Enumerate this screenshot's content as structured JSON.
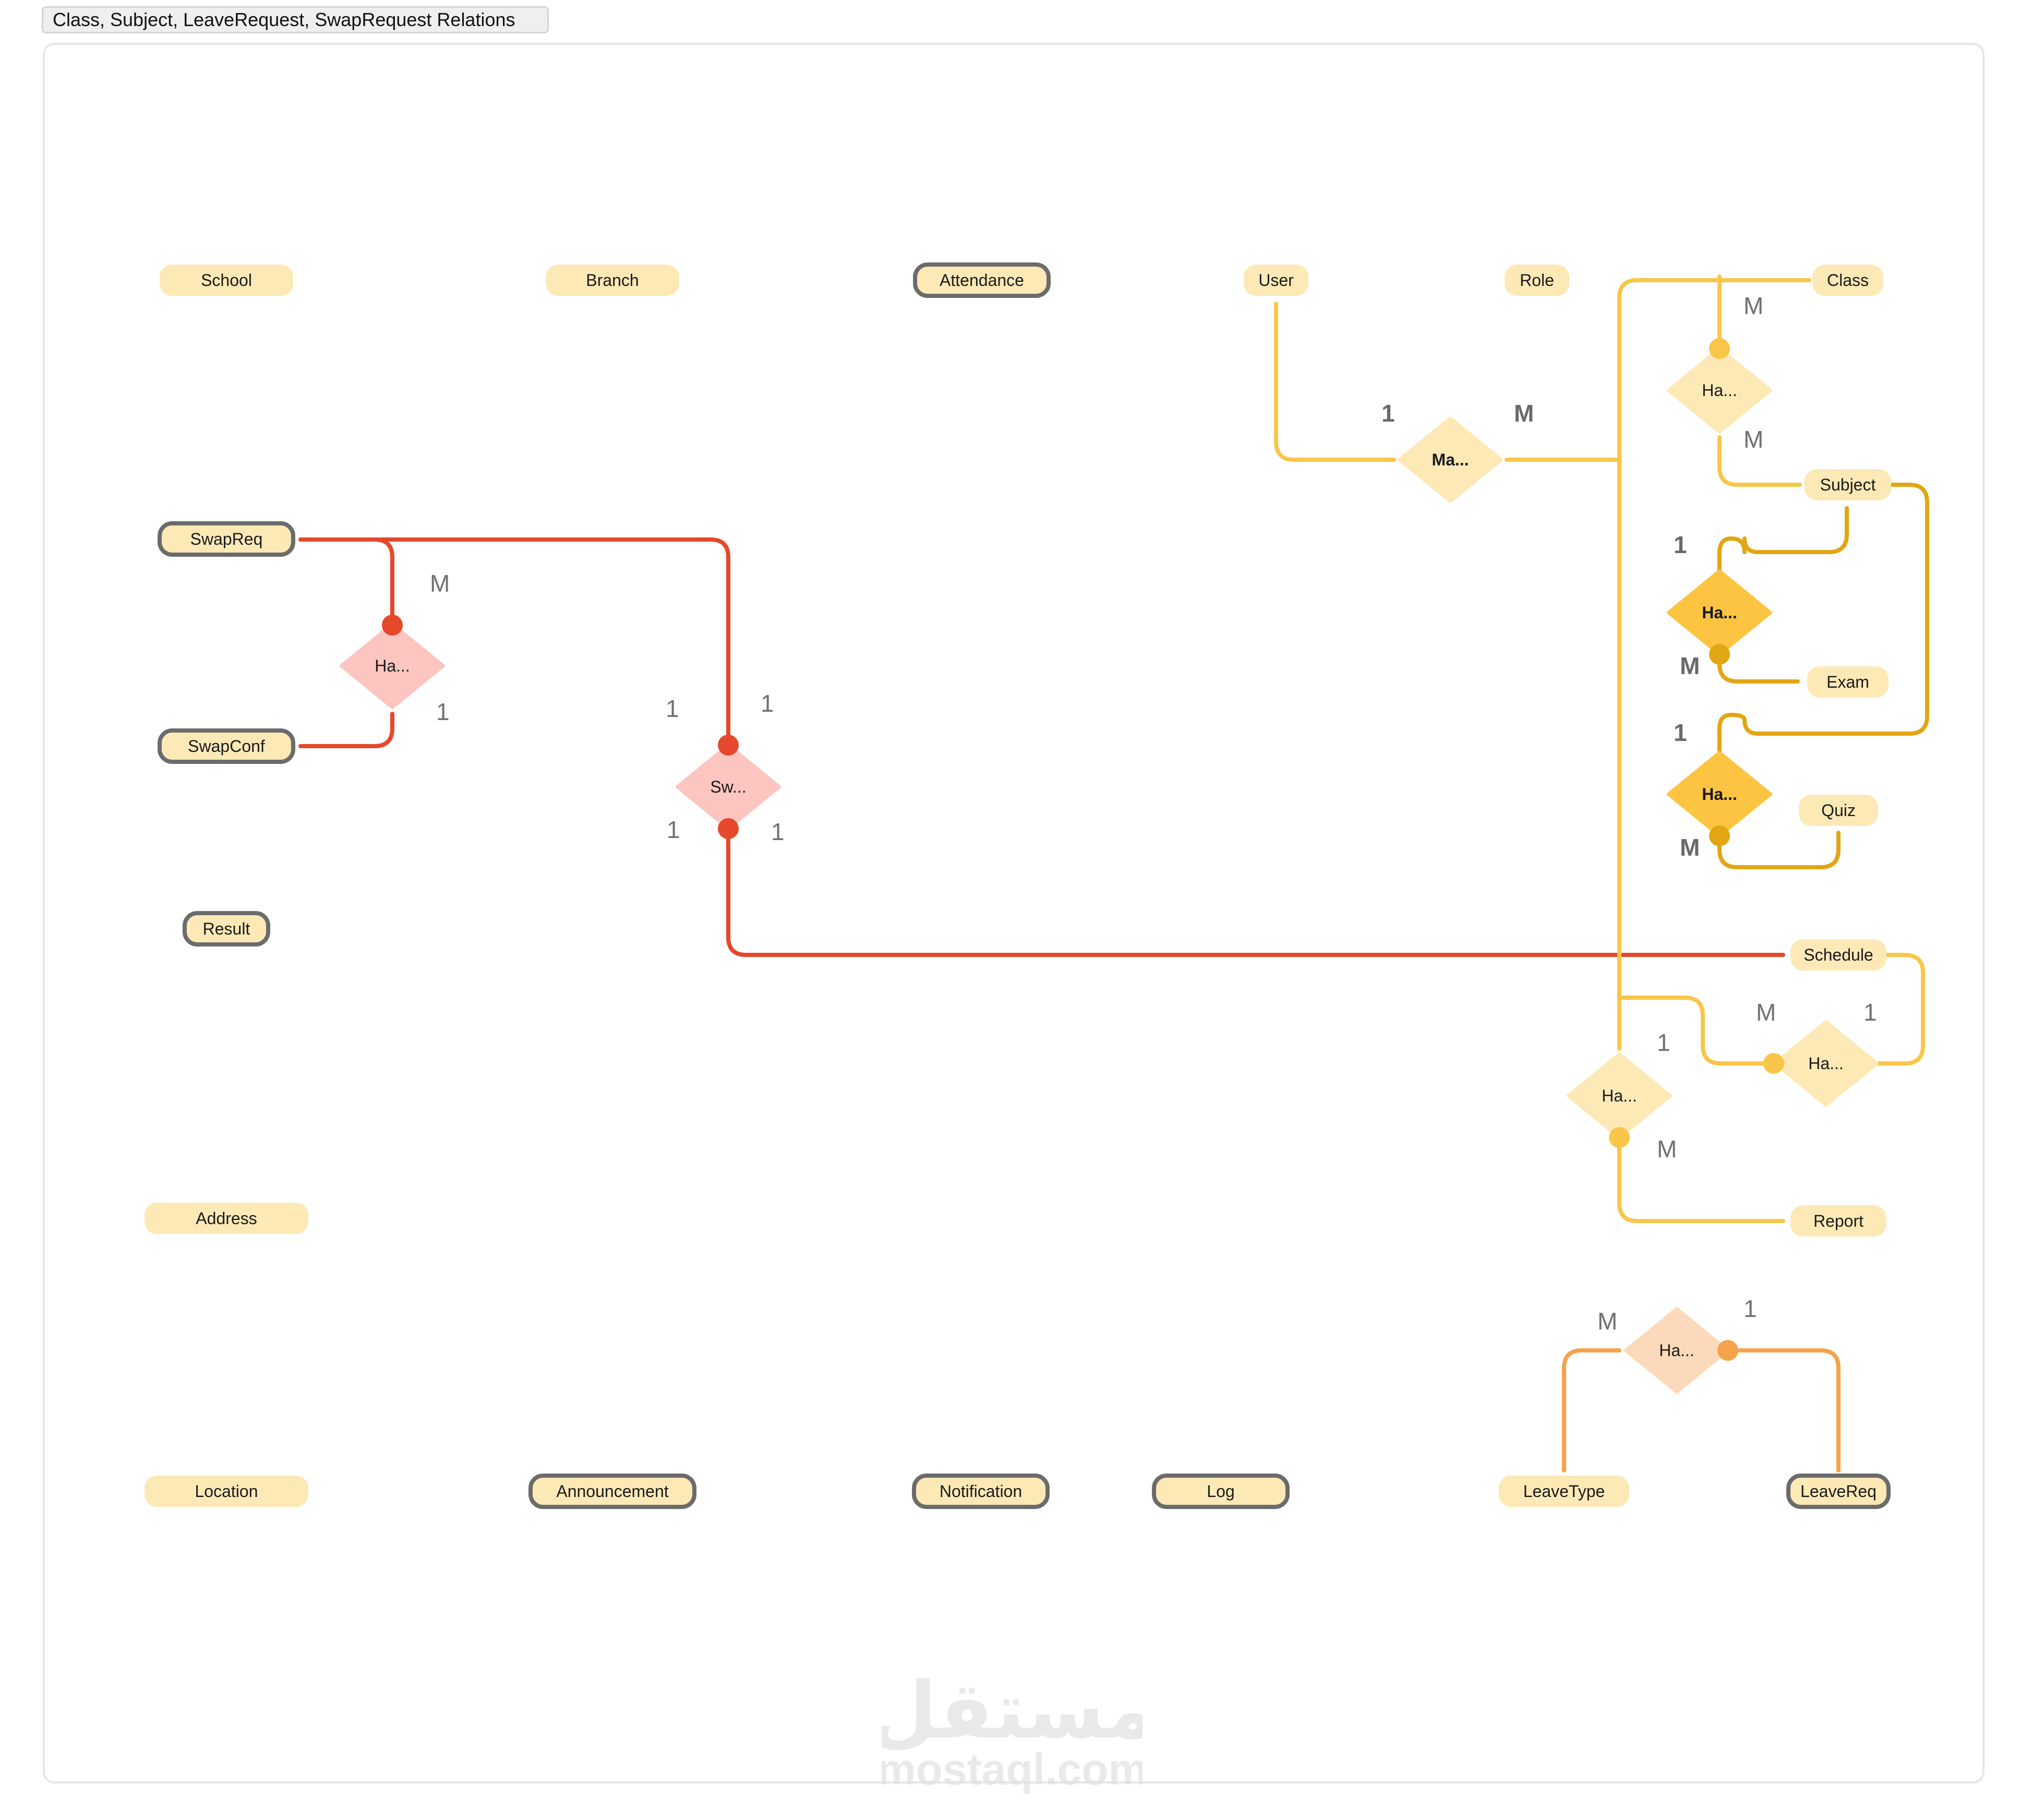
{
  "diagram": {
    "title": "Class, Subject, LeaveRequest, SwapRequest Relations",
    "colors": {
      "entity_fill": "#fde9b6",
      "entity_selected_border": "#6b6b6b",
      "red_line": "#e5482a",
      "red_diamond": "#fdc5c0",
      "yellow_line": "#f9c64a",
      "yellow_diamond": "#fde9b6",
      "gold_line": "#e2a613",
      "gold_diamond": "#fcc440",
      "orange_line": "#f6a24b",
      "orange_diamond": "#fdd9bb"
    },
    "entities": [
      {
        "name": "School",
        "selected": false
      },
      {
        "name": "Branch",
        "selected": false
      },
      {
        "name": "Attendance",
        "selected": true
      },
      {
        "name": "User",
        "selected": false
      },
      {
        "name": "Role",
        "selected": false
      },
      {
        "name": "Class",
        "selected": false
      },
      {
        "name": "Subject",
        "selected": false
      },
      {
        "name": "SwapReq",
        "selected": true
      },
      {
        "name": "SwapConf",
        "selected": true
      },
      {
        "name": "Exam",
        "selected": false
      },
      {
        "name": "Quiz",
        "selected": false
      },
      {
        "name": "Result",
        "selected": true
      },
      {
        "name": "Schedule",
        "selected": false
      },
      {
        "name": "Address",
        "selected": false
      },
      {
        "name": "Report",
        "selected": false
      },
      {
        "name": "Location",
        "selected": false
      },
      {
        "name": "Announcement",
        "selected": true
      },
      {
        "name": "Notification",
        "selected": true
      },
      {
        "name": "Log",
        "selected": true
      },
      {
        "name": "LeaveType",
        "selected": false
      },
      {
        "name": "LeaveReq",
        "selected": true
      }
    ],
    "relationships": [
      {
        "label": "Ma...",
        "between": [
          "User",
          "Class"
        ]
      },
      {
        "label": "Ha...",
        "between": [
          "Class",
          "Subject"
        ]
      },
      {
        "label": "Ha...",
        "between": [
          "Subject",
          "Exam"
        ]
      },
      {
        "label": "Ha...",
        "between": [
          "Subject",
          "Quiz"
        ]
      },
      {
        "label": "Ha...",
        "between": [
          "SwapReq",
          "SwapConf"
        ]
      },
      {
        "label": "Sw...",
        "between": [
          "SwapReq",
          "Schedule"
        ]
      },
      {
        "label": "Ha...",
        "between": [
          "Schedule",
          "Class"
        ]
      },
      {
        "label": "Ha...",
        "between": [
          "Class",
          "Report"
        ]
      },
      {
        "label": "Ha...",
        "between": [
          "LeaveType",
          "LeaveReq"
        ]
      }
    ],
    "cardinalities": [
      "1",
      "M",
      "M",
      "M",
      "1",
      "M",
      "1",
      "M",
      "M",
      "1",
      "1",
      "1",
      "1",
      "1",
      "M",
      "1",
      "1",
      "M",
      "M",
      "1"
    ]
  },
  "watermark": {
    "arabic": "مستقل",
    "latin": "mostaql.com"
  }
}
